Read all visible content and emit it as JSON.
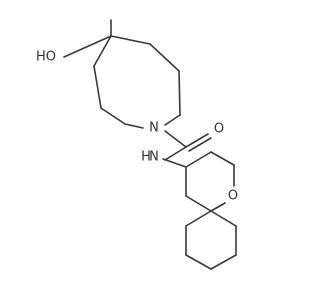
{
  "diagram": {
    "type": "chemical-structure",
    "atoms": {
      "hydroxyl": "HO",
      "azepane_nitrogen": "N",
      "amide_nitrogen_h": "N",
      "amide_h": "H",
      "carbonyl_oxygen": "O",
      "spiro_ring_oxygen": "O"
    }
  }
}
